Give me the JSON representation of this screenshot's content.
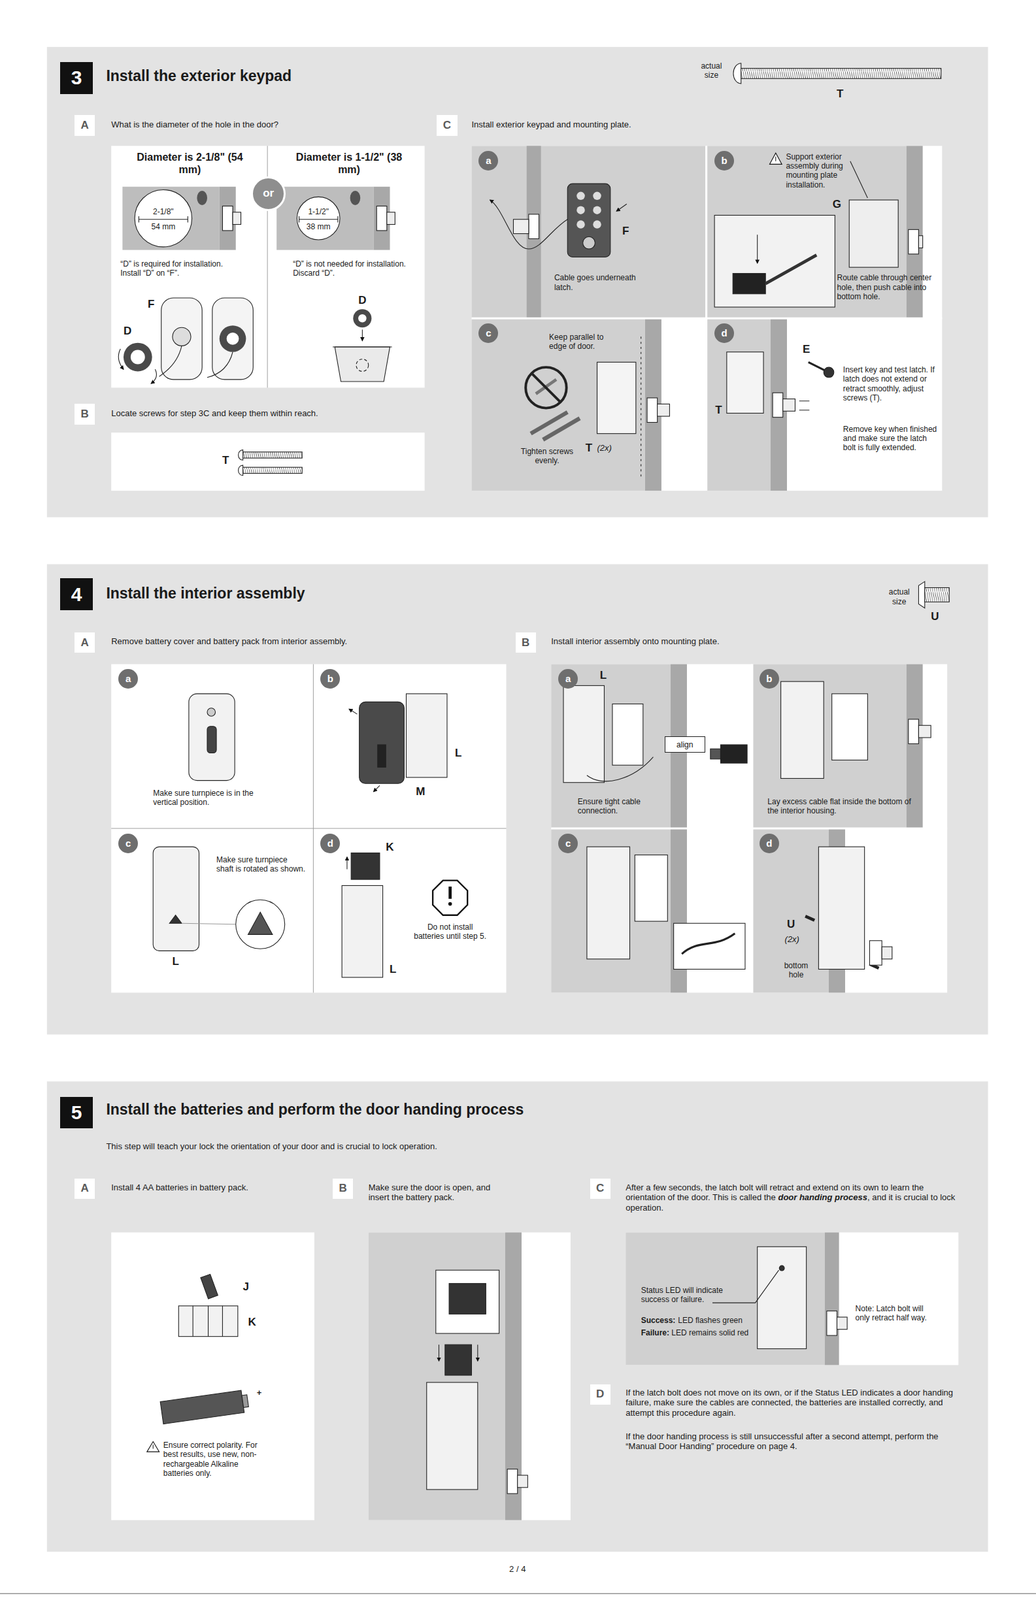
{
  "diagram": {
    "nodes": [
      {
        "text": [
          "Install the exterior keypad"
        ]
      },
      {
        "text": [
          "3"
        ],
        "in": 0
      },
      {
        "text": [
          "A"
        ],
        "in": 0
      },
      {
        "text": [
          "Diameter is 2-1/8\" (54 mm)",
          "Diameter is 1-1/2\" (38 mm)",
          "“D” is required for installation. Install “D” on “F”.",
          "“D” is not needed for installation. Discard “D”."
        ],
        "in": 0
      },
      {
        "text": [
          "or"
        ],
        "in": 3
      },
      {
        "text": [
          "B"
        ],
        "in": 0
      },
      {
        "text": [
          "T"
        ],
        "in": 0
      },
      {
        "text": [
          "C"
        ],
        "in": 0
      },
      {
        "text": [
          "a",
          "Cable goes underneath latch."
        ],
        "in": 0
      },
      {
        "text": [
          "b",
          "Support exterior assembly during mounting plate installation.",
          "Route cable through center hole, then push cable into bottom hole."
        ],
        "in": 0
      },
      {
        "text": [
          "c",
          "Keep parallel to edge of door.",
          "Tighten screws evenly."
        ],
        "in": 0
      },
      {
        "text": [
          "d",
          "Insert key and test latch. If latch does not extend or retract smoothly, adjust screws (T).",
          "Remove key when finished and make sure the latch bolt is fully extended."
        ],
        "in": 0
      },
      {
        "text": [
          "Install the interior assembly"
        ]
      },
      {
        "text": [
          "4"
        ],
        "in": 12
      },
      {
        "text": [
          "A"
        ],
        "in": 12
      },
      {
        "text": [
          "a",
          "Make sure turnpiece is in the vertical position."
        ],
        "in": 12
      },
      {
        "text": [
          "b"
        ],
        "in": 12
      },
      {
        "text": [
          "c",
          "Make sure turnpiece shaft is rotated as shown."
        ],
        "in": 12
      },
      {
        "text": [
          "d",
          "Do not install batteries until step 5."
        ],
        "in": 12
      },
      {
        "text": [
          "B"
        ],
        "in": 12
      },
      {
        "text": [
          "a",
          "Ensure tight cable connection."
        ],
        "in": 12
      },
      {
        "text": [
          "align"
        ],
        "in": 20
      },
      {
        "text": [
          "b",
          "Lay excess cable flat inside the bottom of the interior housing."
        ],
        "in": 12
      },
      {
        "text": [
          "c"
        ],
        "in": 12
      },
      {
        "text": [
          "d"
        ],
        "in": 12
      },
      {
        "text": [
          "Install the batteries and perform the door handing process"
        ]
      },
      {
        "text": [
          "5"
        ],
        "in": 25
      },
      {
        "text": [
          "A"
        ],
        "in": 25
      },
      {
        "text": [
          "Ensure correct polarity. For best results, use new, non-rechargeable Alkaline batteries only."
        ],
        "in": 25
      },
      {
        "text": [
          "B"
        ],
        "in": 25
      },
      {
        "text": [
          "C"
        ],
        "in": 25
      },
      {
        "text": [
          "Status LED will indicate success or failure.",
          "Success:",
          "LED flashes green",
          "Failure:",
          "LED remains solid red",
          "Note: Latch bolt will only retract half way."
        ],
        "in": 25
      },
      {
        "text": [
          "D"
        ],
        "in": 25
      }
    ],
    "labels": [
      "actual size",
      "T",
      "What is the diameter of the hole in the door?",
      "2-1/8\"",
      "54 mm",
      "1-1/2\"",
      "38 mm",
      "F",
      "D",
      "D",
      "Locate screws for step 3C and keep them within reach.",
      "Install exterior keypad and mounting plate.",
      "F",
      "G",
      "T",
      "(2x)",
      "E",
      "T",
      "actual size",
      "U",
      "Remove battery cover and battery pack from interior assembly.",
      "L",
      "M",
      "L",
      "K",
      "L",
      "Install interior assembly onto mounting plate.",
      "L",
      "U",
      "(2x)",
      "bottom hole",
      "This step will teach your lock the orientation of your door and is crucial to lock operation.",
      "Install 4 AA batteries in battery pack.",
      "J",
      "K",
      "+",
      "Make sure the door is open, and insert the battery pack.",
      "After a few seconds, the latch bolt will retract and extend on its own to learn the orientation of the door. This is called the",
      "door handing process",
      ", and it is crucial to lock operation.",
      "If the latch bolt does not move on its own, or if the Status LED indicates a door handing failure, make sure the cables are connected, the batteries are installed correctly, and attempt this procedure again.",
      "If the door handing process is still unsuccessful after a second attempt, perform the “Manual Door Handing” procedure on page 4.",
      "2 / 4"
    ]
  }
}
